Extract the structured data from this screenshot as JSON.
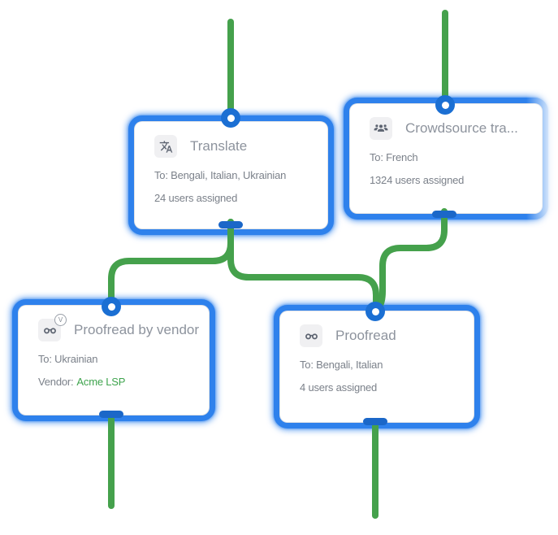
{
  "colors": {
    "selection_blue": "#2e81ec",
    "connector_ring": "#1b6fd3",
    "connector_pill": "#1b67c8",
    "line_green": "#45a14c",
    "icon_bg": "#f0f0f2",
    "icon_glyph": "#5d6471",
    "title_gray": "#8d939d",
    "body_gray": "#7b818a",
    "vendor_green": "#3fa44e"
  },
  "nodes": [
    {
      "id": "translate",
      "icon": "translate-icon",
      "title": "Translate",
      "meta1": "To: Bengali, Italian, Ukrainian",
      "meta2": "24 users assigned"
    },
    {
      "id": "crowdsource",
      "icon": "crowdsource-icon",
      "title": "Crowdsource tra...",
      "meta1": "To: French",
      "meta2": "1324 users assigned"
    },
    {
      "id": "proofread_by_vendor",
      "icon": "proofread-vendor-icon",
      "badge": "V",
      "title": "Proofread by vendor",
      "meta1": "To: Ukrainian",
      "meta2_label": "Vendor:",
      "meta2_value": "Acme LSP"
    },
    {
      "id": "proofread",
      "icon": "proofread-icon",
      "title": "Proofread",
      "meta1": "To: Bengali, Italian",
      "meta2": "4 users assigned"
    }
  ]
}
